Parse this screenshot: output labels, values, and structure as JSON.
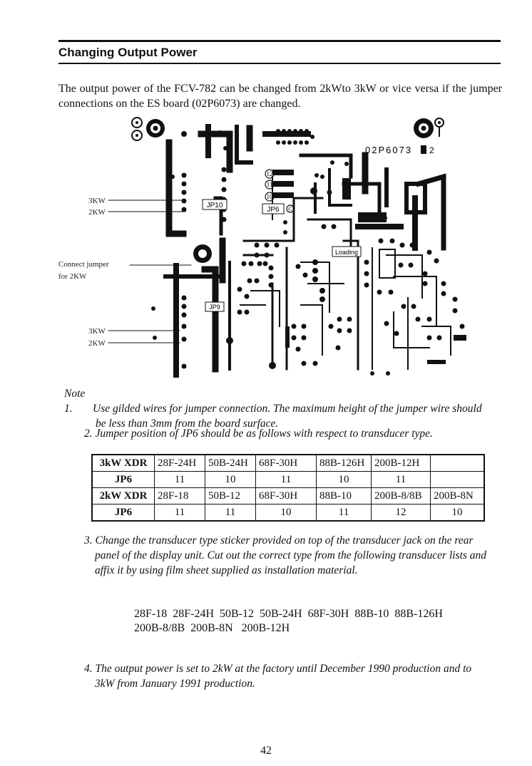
{
  "section": {
    "title": "Changing Output Power"
  },
  "intro": "The output power of the FCV-782 can be changed from 2kWto 3kW or vice versa if the jumper connections on the ES board (02P6073) are changed.",
  "board": {
    "part_number": "02P6073",
    "part_suffix": "2",
    "label_3kw_top": "3KW",
    "label_2kw_top": "2KW",
    "connect_line1": "Connect  jumper",
    "connect_line2": "for  2KW",
    "label_3kw_bottom": "3KW",
    "label_2kw_bottom": "2KW",
    "jp10": "JP10",
    "jp6": "JP6",
    "jp9": "JP9",
    "loading": "Loading",
    "pin12": "12",
    "pin11": "11",
    "pin10": "10",
    "pin_c": "C"
  },
  "note1": {
    "label": "Note 1.",
    "line1": "Use gilded wires for jumper connection. The maximum height of the jumper wire should",
    "line2": "be less than 3mm from the board surface."
  },
  "note2": "2. Jumper position of JP6 should be as follows with respect to transducer type.",
  "table": {
    "rows": [
      {
        "header": "3kW XDR",
        "cells": [
          "28F-24H",
          "50B-24H",
          "68F-30H",
          "88B-126H",
          "200B-12H",
          ""
        ]
      },
      {
        "header": "JP6",
        "cells": [
          "11",
          "10",
          "11",
          "10",
          "11",
          ""
        ]
      },
      {
        "header": "2kW XDR",
        "cells": [
          "28F-18",
          "50B-12",
          "68F-30H",
          "88B-10",
          "200B-8/8B",
          "200B-8N"
        ]
      },
      {
        "header": "JP6",
        "cells": [
          "11",
          "11",
          "10",
          "11",
          "12",
          "10"
        ]
      }
    ]
  },
  "note3": {
    "line1": "3.  Change the transducer type sticker provided  on top of the  transducer jack on the rear",
    "line2": "panel of the display unit. Cut out the correct type from the following transducer  lists and",
    "line3": "affix it by using  film sheet supplied as installation material."
  },
  "types": {
    "line1": "28F-18  28F-24H  50B-12  50B-24H  68F-30H  88B-10  88B-126H",
    "line2": "200B-8/8B  200B-8N   200B-12H"
  },
  "note4": {
    "line1": "4.  The  output power is set to 2kW at the factory until December 1990 production  and to",
    "line2": "3kW from January 1991 production."
  },
  "page_number": "42"
}
